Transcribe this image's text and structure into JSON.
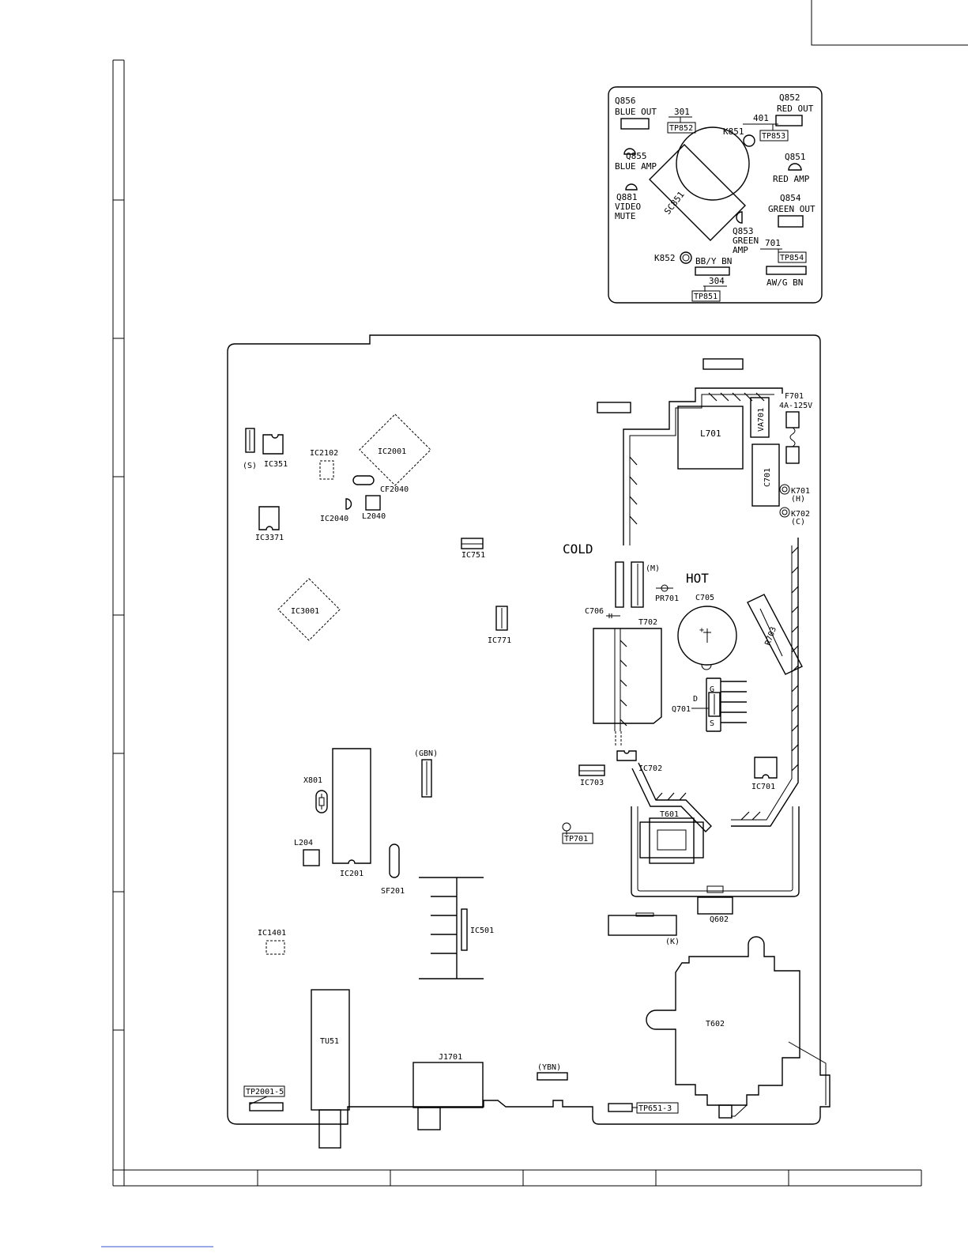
{
  "page": {
    "footer_link": ""
  },
  "crt_board": {
    "labels": {
      "q856": "Q856",
      "blue_out": "BLUE OUT",
      "val_301": "301",
      "tp852": "TP852",
      "q852": "Q852",
      "red_out": "RED OUT",
      "val_401": "401",
      "k851": "K851",
      "tp853": "TP853",
      "q855": "Q855",
      "blue_amp": "BLUE AMP",
      "q851": "Q851",
      "red_amp": "RED AMP",
      "q881": "Q881",
      "video": "VIDEO",
      "mute": "MUTE",
      "sc851": "SC851",
      "q854": "Q854",
      "green_out": "GREEN OUT",
      "q853": "Q853",
      "green": "GREEN",
      "amp": "AMP",
      "val_701": "701",
      "tp854": "TP854",
      "k852": "K852",
      "bby_bn": "BB/Y BN",
      "awg_bn": "AW/G BN",
      "val_304": "304",
      "tp851": "TP851"
    }
  },
  "main_board": {
    "labels": {
      "f701": "F701",
      "fuse_rating": "4A-125V",
      "va701": "VA701",
      "l701": "L701",
      "c701": "C701",
      "k701": "K701",
      "h": "(H)",
      "k702": "K702",
      "c": "(C)",
      "s": "(S)",
      "ic351": "IC351",
      "ic2102": "IC2102",
      "ic2001": "IC2001",
      "cf2040": "CF2040",
      "ic2040": "IC2040",
      "l2040": "L2040",
      "ic3371": "IC3371",
      "ic751": "IC751",
      "cold": "COLD",
      "m": "(M)",
      "hot": "HOT",
      "pr701": "PR701",
      "c705": "C705",
      "r703": "R703",
      "ic3001": "IC3001",
      "c706": "C706",
      "t702": "T702",
      "ic771": "IC771",
      "g": "G",
      "d": "D",
      "q701": "Q701",
      "s_pin": "S",
      "gbn": "(GBN)",
      "x801": "X801",
      "ic703": "IC703",
      "ic702": "IC702",
      "ic701": "IC701",
      "t601": "T601",
      "tp701": "TP701",
      "l204": "L204",
      "ic201": "IC201",
      "sf201": "SF201",
      "q602": "Q602",
      "ic501": "IC501",
      "k": "(K)",
      "ic1401": "IC1401",
      "t602": "T602",
      "tu51": "TU51",
      "j1701": "J1701",
      "ybn": "(YBN)",
      "tp2001_5": "TP2001-5",
      "tp651_3": "TP651-3"
    }
  }
}
